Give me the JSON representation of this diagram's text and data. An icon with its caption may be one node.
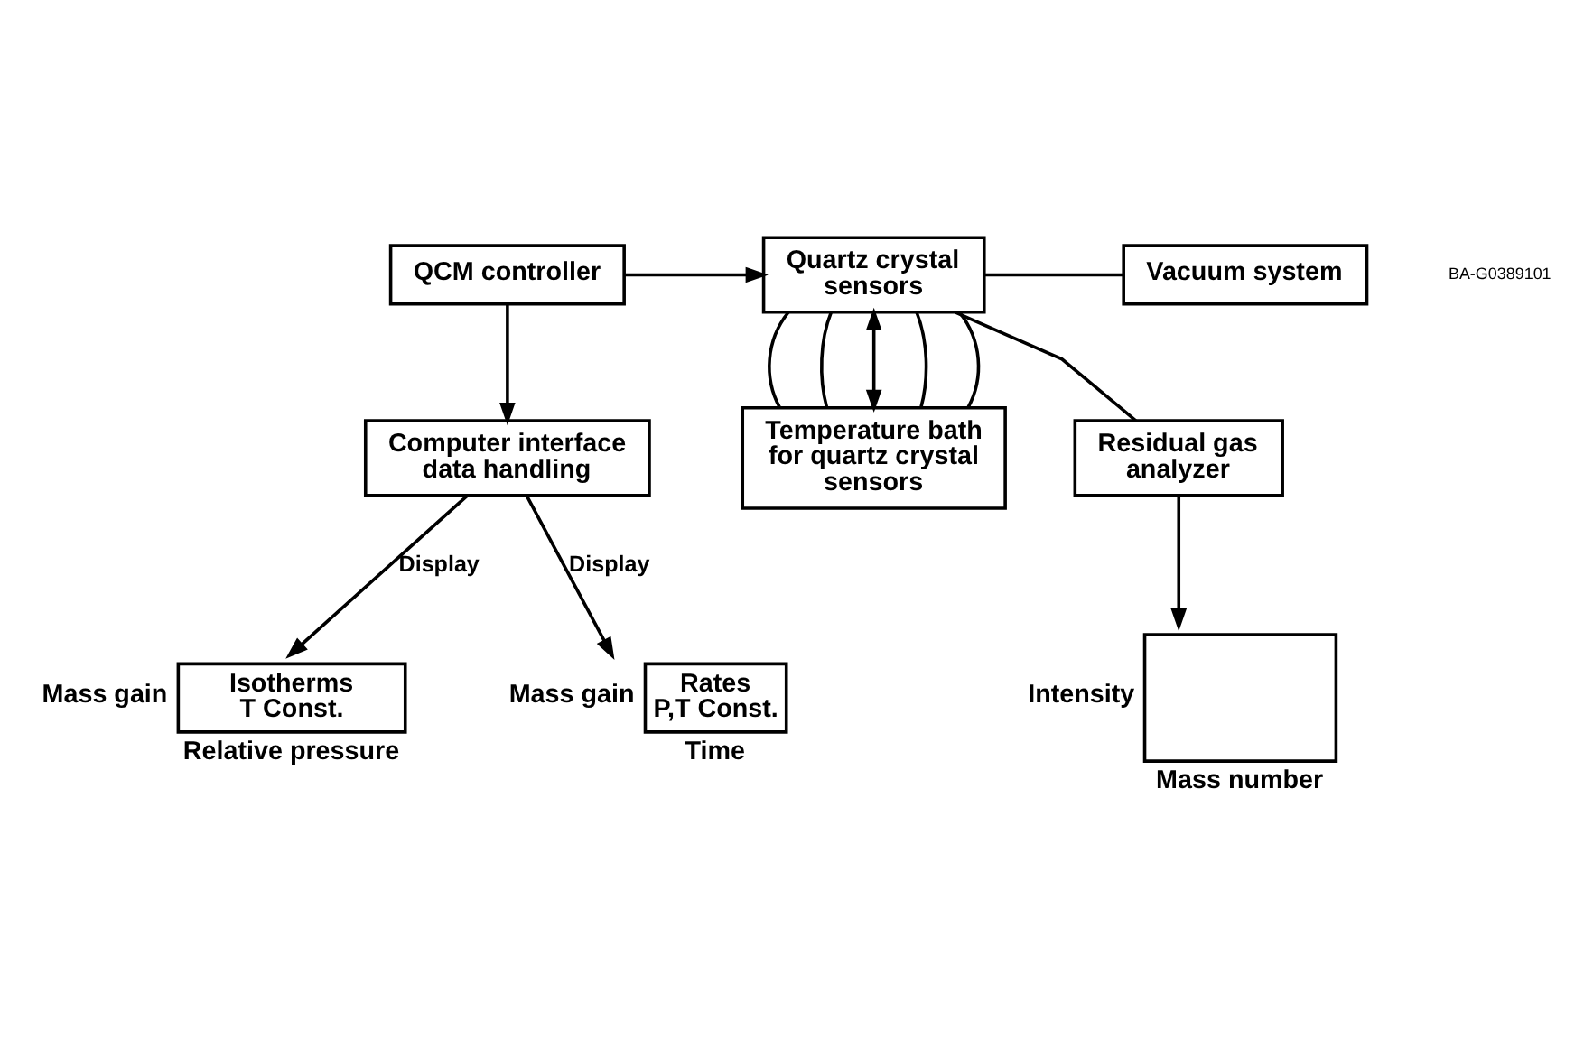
{
  "diagram": {
    "nodes": [
      {
        "text": [
          "QCM controller"
        ]
      },
      {
        "text": [
          "Quartz crystal sensors"
        ]
      },
      {
        "text": [
          "Vacuum system"
        ]
      },
      {
        "text": [
          "Computer interface data handling"
        ]
      },
      {
        "text": [
          "Temperature bath for quartz crystal sensors"
        ]
      },
      {
        "text": [
          "Residual gas analyzer"
        ]
      },
      {
        "text": [
          "Isotherms",
          "T Const."
        ],
        "beside": [
          "Mass gain",
          "Relative pressure"
        ]
      },
      {
        "text": [
          "Rates",
          "P,T Const."
        ],
        "beside": [
          "Mass gain",
          "Time"
        ]
      },
      {
        "text": [],
        "shape": "box",
        "beside": [
          "Intensity",
          "Mass number"
        ]
      }
    ],
    "edges": [
      {
        "from": 0,
        "to": 1,
        "arrow": "to"
      },
      {
        "from": 0,
        "to": 3,
        "arrow": "to"
      },
      {
        "from": 1,
        "to": 2,
        "arrow": "none"
      },
      {
        "from": 1,
        "to": 5,
        "arrow": "none"
      },
      {
        "from": 1,
        "to": 4,
        "arrow": "none"
      },
      {
        "from": 1,
        "to": 4,
        "arrow": "none"
      },
      {
        "from": 1,
        "to": 4,
        "arrow": "both"
      },
      {
        "from": 1,
        "to": 4,
        "arrow": "none"
      },
      {
        "from": 1,
        "to": 4,
        "arrow": "none"
      },
      {
        "from": 3,
        "to": 6,
        "label": "Display",
        "arrow": "to"
      },
      {
        "from": 3,
        "to": 7,
        "label": "Display",
        "arrow": "to"
      },
      {
        "from": 5,
        "to": 8,
        "arrow": "to"
      }
    ],
    "labels": [
      "BA-G0389101"
    ]
  }
}
